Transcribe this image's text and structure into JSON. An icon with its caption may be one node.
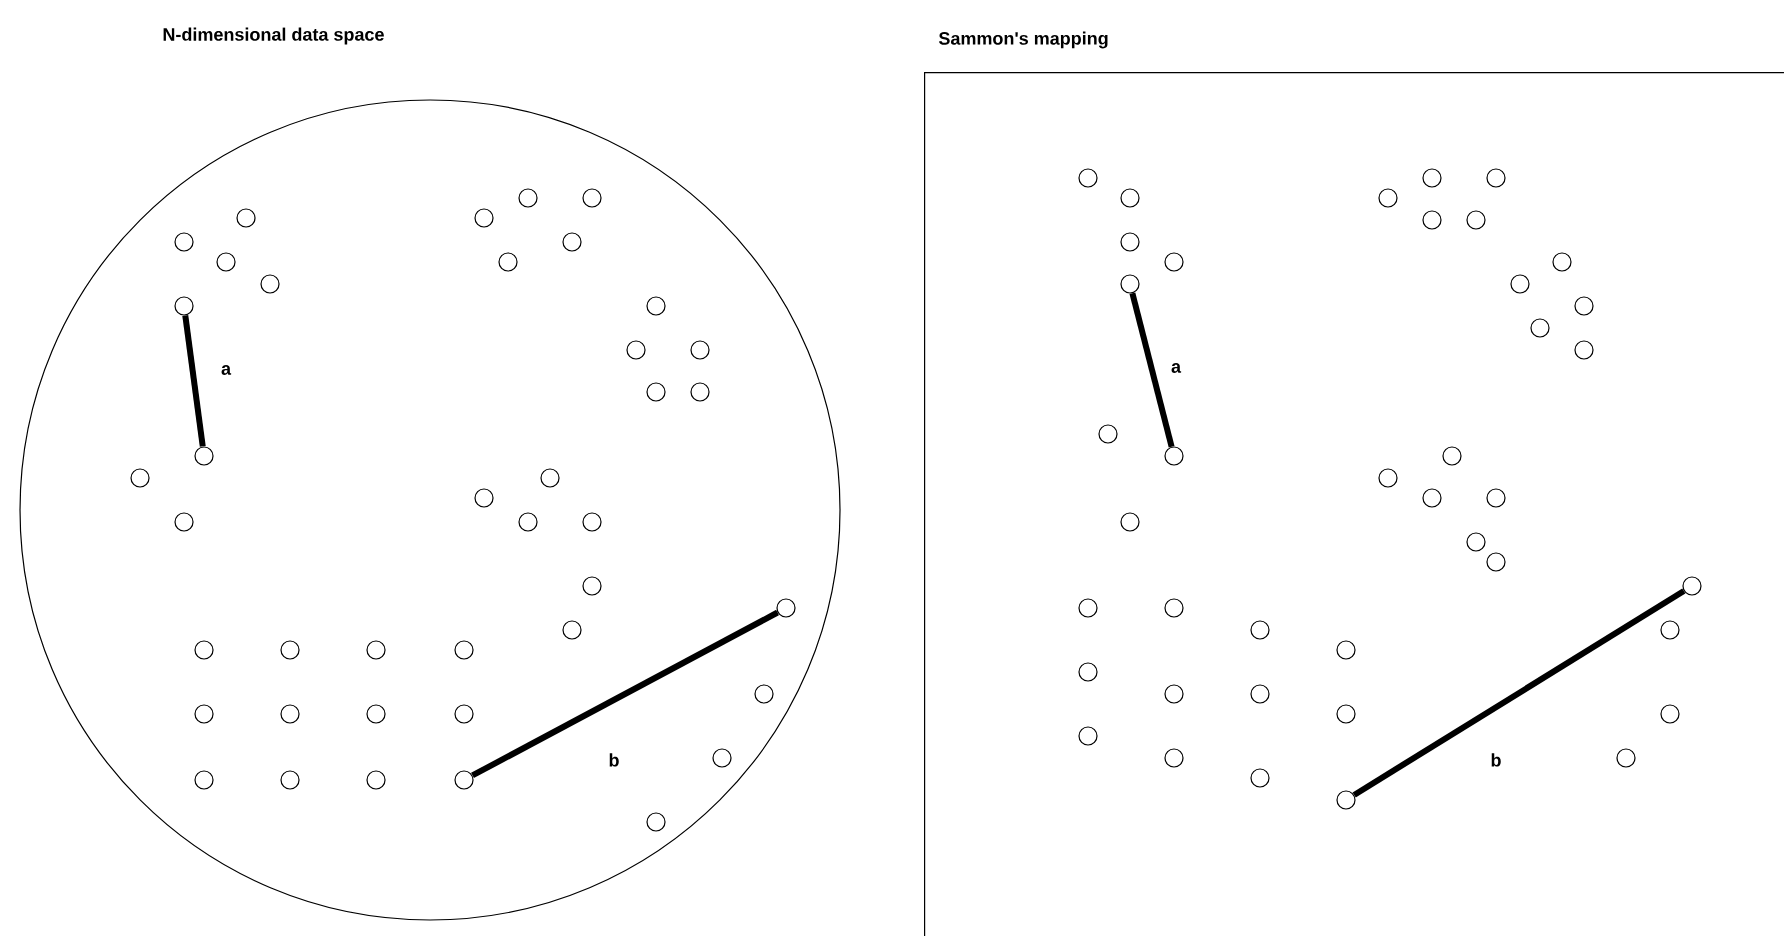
{
  "diagram": {
    "nodes": [
      {
        "text": [
          "N-dimensional data space"
        ]
      },
      {
        "text": [
          "Sammon's mapping"
        ]
      },
      {
        "text": [],
        "shape": "circle",
        "in": 0
      },
      {
        "text": [],
        "shape": "circle",
        "in": 0
      },
      {
        "text": [],
        "shape": "circle",
        "in": 0
      },
      {
        "text": [],
        "shape": "circle",
        "in": 0
      },
      {
        "text": [],
        "shape": "circle",
        "in": 1
      },
      {
        "text": [],
        "shape": "circle",
        "in": 1
      },
      {
        "text": [],
        "shape": "circle",
        "in": 1
      },
      {
        "text": [],
        "shape": "circle",
        "in": 1
      }
    ],
    "edges": [
      {
        "from": 2,
        "to": 3,
        "arrow": "none",
        "label": "a"
      },
      {
        "from": 4,
        "to": 5,
        "arrow": "none",
        "label": "b"
      },
      {
        "from": 6,
        "to": 7,
        "arrow": "none",
        "label": "a"
      },
      {
        "from": 8,
        "to": 9,
        "arrow": "none",
        "label": "b"
      }
    ]
  }
}
